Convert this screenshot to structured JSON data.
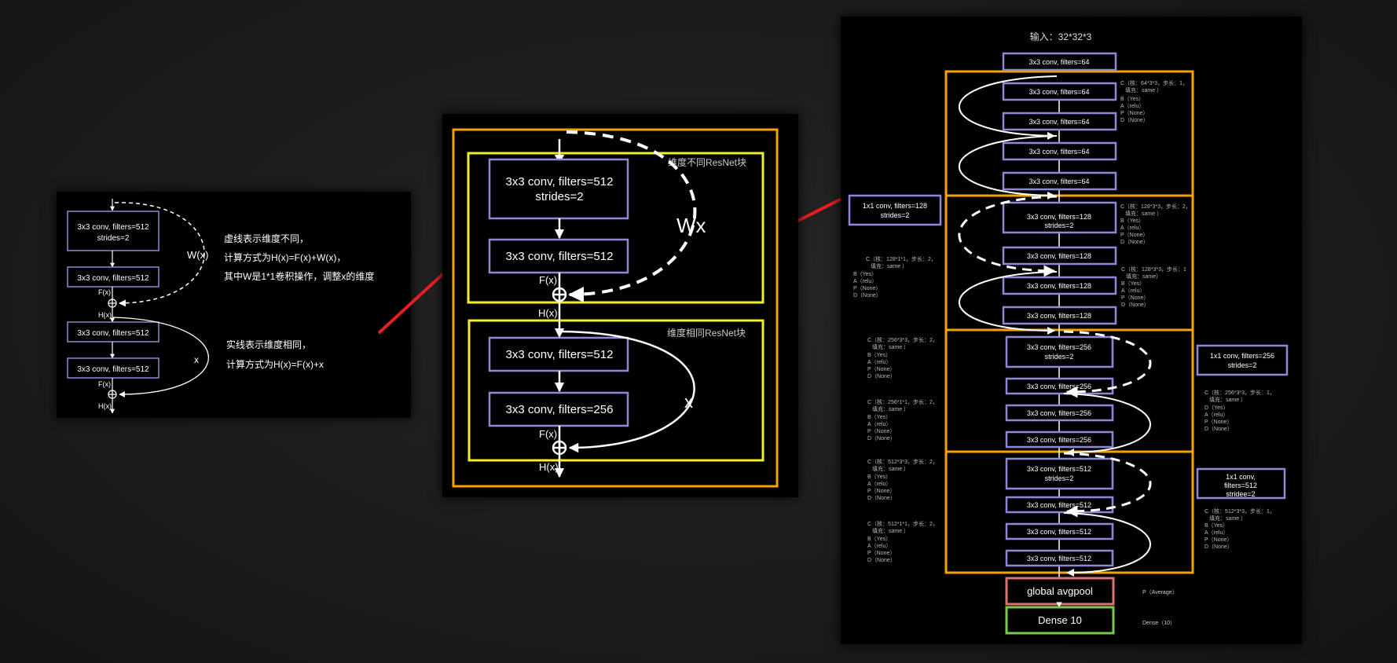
{
  "panel_small": {
    "block1_line1": "3x3 conv, filters=512",
    "block1_line2": "strides=2",
    "block2": "3x3 conv, filters=512",
    "block3": "3x3 conv, filters=512",
    "block4": "3x3 conv, filters=512",
    "fx": "F(x)",
    "hx": "H(x)",
    "wx": "W(x)",
    "x": "x",
    "note_dashed_1": "虚线表示维度不同，",
    "note_dashed_2": "计算方式为H(x)=F(x)+W(x)，",
    "note_dashed_3": "其中W是1*1卷积操作，调整x的维度",
    "note_solid_1": "实线表示维度相同，",
    "note_solid_2": "计算方式为H(x)=F(x)+x"
  },
  "panel_medium": {
    "label_diff": "维度不同ResNet块",
    "label_same": "维度相同ResNet块",
    "b1_line1": "3x3 conv, filters=512",
    "b1_line2": "strides=2",
    "b2": "3x3 conv, filters=512",
    "b3": "3x3 conv, filters=512",
    "b4": "3x3 conv, filters=256",
    "wx": "Wx",
    "x": "x",
    "fx": "F(x)",
    "hx": "H(x)"
  },
  "panel_large": {
    "input_label": "输入：32*32*3",
    "conv_64": "3x3 conv, filters=64",
    "conv_128_s_1": "3x3 conv, filters=128",
    "conv_128_s_2": "strides=2",
    "conv_128": "3x3 conv, filters=128",
    "conv_256_s_1": "3x3 conv, filters=256",
    "conv_256_s_2": "strides=2",
    "conv_256": "3x3 conv, filters=256",
    "conv_512_s_1": "3x3 conv, filters=512",
    "conv_512_s_2": "strides=2",
    "conv_512": "3x3 conv, filters=512",
    "side_128_1": "1x1 conv, filters=128",
    "side_128_2": "strides=2",
    "side_256_1": "1x1 conv, filters=256",
    "side_256_2": "strides=2",
    "side_512_1": "1x1 conv,",
    "side_512_2": "filters=512",
    "side_512_3": "stridee=2",
    "avgpool": "global avgpool",
    "dense": "Dense 10",
    "avgpool_note": "P（Average）",
    "dense_note": "Dense（10）",
    "note_64_1": "C（核：64*3*3，步长：1，",
    "note_64_2": "填充：same ）",
    "note_128_1": "C（核：128*3*3，步长：2，",
    "note_128_2": "填充：same ）",
    "note_128b_1": "C（核：128*3*3，步长：1",
    "note_128b_2": "填充：same）",
    "note_128side_1": "C（核：128*1*1，步长：2，",
    "note_128side_2": "填充：same ）",
    "note_256_1": "C（核：256*3*3，步长：2，",
    "note_256_2": "填充：same ）",
    "note_256b_1": "C（核：256*1*1，步长：2，",
    "note_256b_2": "填充：same ）",
    "note_256r_1": "C（核：256*3*3，步长：1，",
    "note_256r_2": "填充：same ）",
    "note_512_1": "C（核：512*3*3，步长：2，",
    "note_512_2": "填充：same ）",
    "note_512b_1": "C（核：512*1*1，步长：2，",
    "note_512b_2": "填充：same ）",
    "note_512r_1": "C（核：512*3*3，步长：1，",
    "note_512r_2": "填充：same ）",
    "bapd_yes": "B（Yes）",
    "bapd_relu": "A（relu）",
    "bapd_none_p": "P（None）",
    "bapd_none_d": "D（None）",
    "bapd_d_yes": "D（Yes）"
  },
  "colors": {
    "box_border": "#8e88d6",
    "yellow": "#f3ee2a",
    "orange": "#f5a300",
    "red_arrow": "#e52020",
    "pink": "#e07070",
    "green": "#7ec850"
  }
}
